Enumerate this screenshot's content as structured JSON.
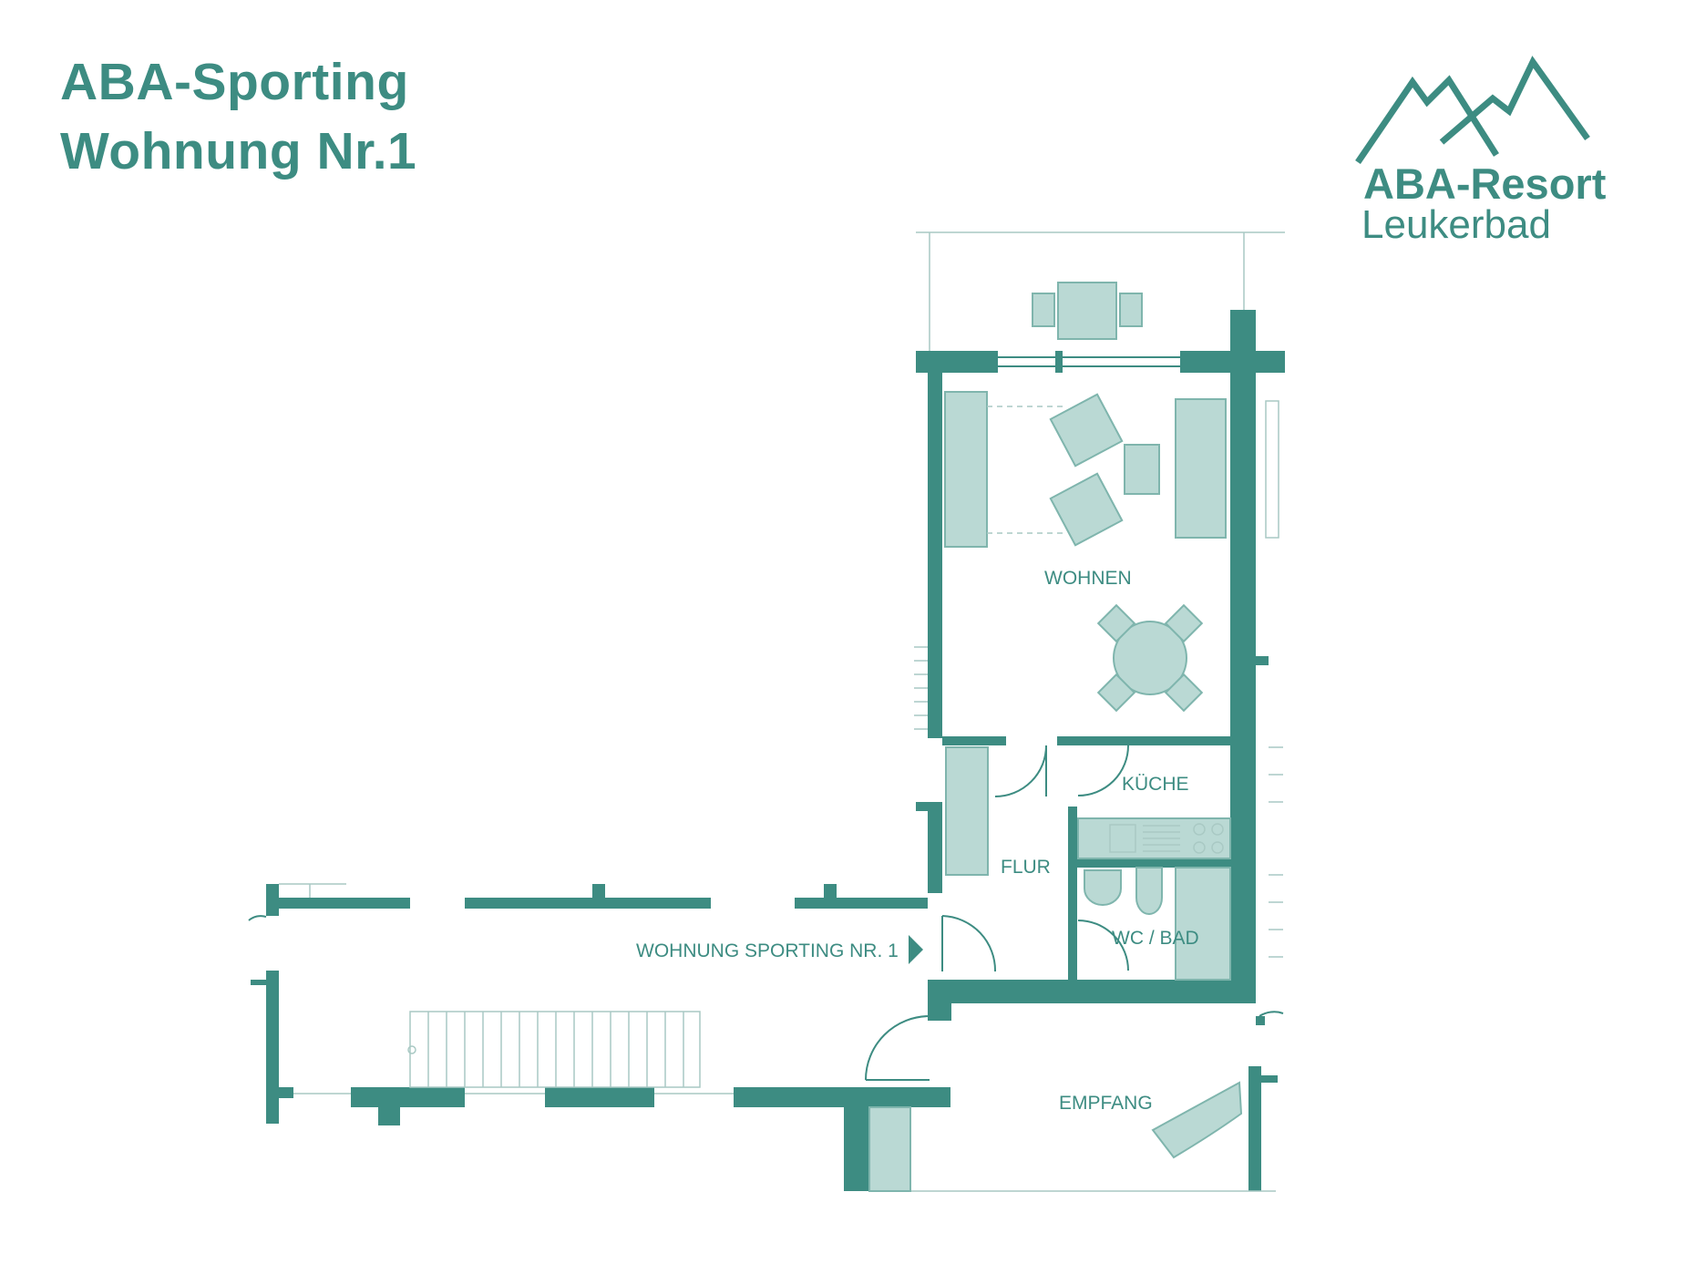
{
  "header": {
    "title_line1": "ABA-Sporting",
    "title_line2": "Wohnung Nr.1"
  },
  "logo": {
    "icon": "mountains-icon",
    "name": "ABA-Resort",
    "place": "Leukerbad"
  },
  "rooms": {
    "wohnen": "WOHNEN",
    "kueche": "KÜCHE",
    "flur": "FLUR",
    "wc_bad": "WC / BAD",
    "empfang": "EMPFANG",
    "entrance": "WOHNUNG SPORTING NR. 1"
  },
  "colors": {
    "wall": "#3d8c82",
    "furniture_fill": "#bad9d4",
    "furniture_stroke": "#7fb5ad",
    "line": "#c9d8d5"
  }
}
